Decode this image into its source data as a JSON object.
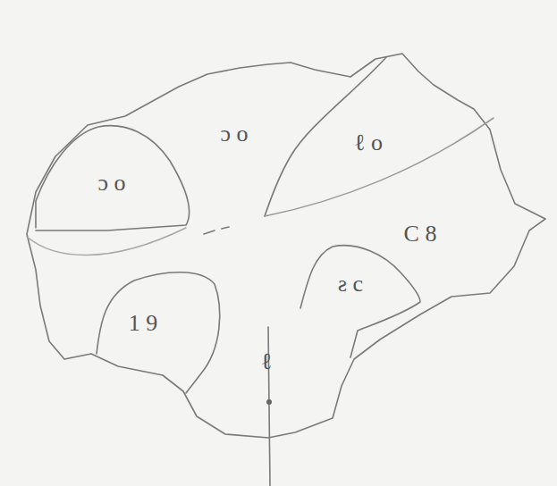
{
  "diagram": {
    "nodes": [
      {
        "text": [
          "ɔ o"
        ]
      },
      {
        "text": [
          "ɔ o"
        ]
      },
      {
        "text": [
          "ℓ o"
        ]
      },
      {
        "text": [
          "C 8"
        ]
      },
      {
        "text": [
          "1 9"
        ]
      },
      {
        "text": [
          "ƨ c"
        ]
      },
      {
        "text": [
          "ℓ"
        ]
      }
    ]
  }
}
